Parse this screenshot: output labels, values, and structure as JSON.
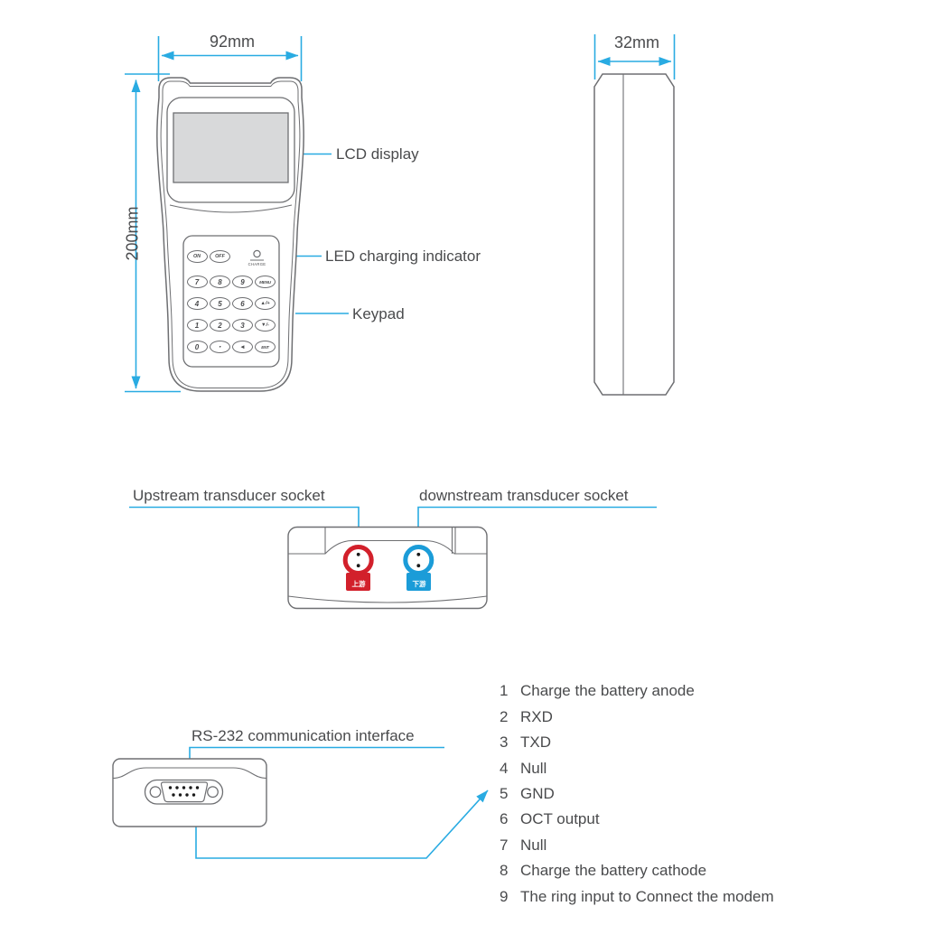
{
  "colors": {
    "accent": "#29abe2",
    "ink": "#4a4b4d",
    "outline": "#6e6f72",
    "lcd_fill": "#d8d9da",
    "upstream_red": "#d2202b",
    "downstream_blue": "#1b9cd8"
  },
  "front_view": {
    "width_dim": "92mm",
    "height_dim": "200mm",
    "lcd_label": "LCD display",
    "led_label": "LED charging indicator",
    "keypad_label": "Keypad",
    "charge_text": "CHARGE",
    "keys": {
      "on": "ON",
      "off": "OFF",
      "grid": [
        [
          "7",
          "8",
          "9",
          "MENU"
        ],
        [
          "4",
          "5",
          "6",
          "▲/+"
        ],
        [
          "1",
          "2",
          "3",
          "▼/-"
        ],
        [
          "0",
          "·",
          "◄",
          "ENT"
        ]
      ]
    }
  },
  "side_view": {
    "width_dim": "32mm"
  },
  "top_view": {
    "upstream_label": "Upstream transducer socket",
    "downstream_label": "downstream transducer socket",
    "upstream_tag": "上游",
    "downstream_tag": "下游"
  },
  "bottom_view": {
    "interface_label": "RS-232 communication interface",
    "pins": [
      {
        "num": "1",
        "label": "Charge the battery anode"
      },
      {
        "num": "2",
        "label": "RXD"
      },
      {
        "num": "3",
        "label": "TXD"
      },
      {
        "num": "4",
        "label": "Null"
      },
      {
        "num": "5",
        "label": "GND"
      },
      {
        "num": "6",
        "label": "OCT output"
      },
      {
        "num": "7",
        "label": "Null"
      },
      {
        "num": "8",
        "label": "Charge the battery cathode"
      },
      {
        "num": "9",
        "label": "The ring input to Connect the modem"
      }
    ]
  }
}
